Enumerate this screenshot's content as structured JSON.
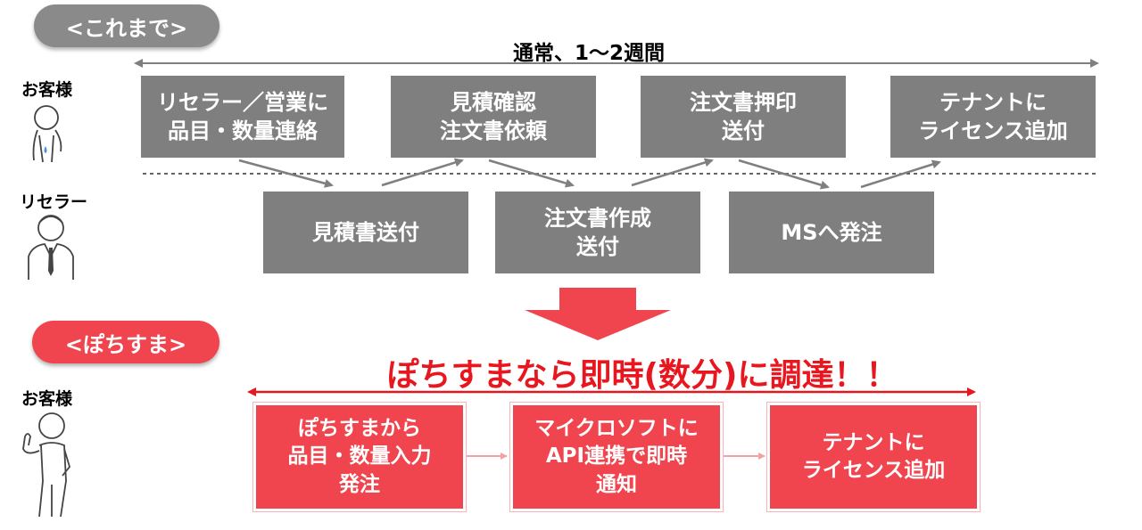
{
  "before": {
    "tag": "<これまで>",
    "duration": "通常、1～2週間",
    "roles": {
      "customer": "お客様",
      "reseller": "リセラー"
    },
    "customer_steps": [
      "リセラー／営業に\n品目・数量連絡",
      "見積確認\n注文書依頼",
      "注文書押印\n送付",
      "テナントに\nライセンス追加"
    ],
    "reseller_steps": [
      "見積書送付",
      "注文書作成\n送付",
      "MSへ発注"
    ]
  },
  "after": {
    "tag": "<ぽちすま>",
    "headline": "ぽちすまなら即時(数分)に調達！！",
    "role": "お客様",
    "steps": [
      "ぽちすまから\n品目・数量入力\n発注",
      "マイクロソフトに\nAPI連携で即時\n通知",
      "テナントに\nライセンス追加"
    ]
  },
  "colors": {
    "gray": "#7f7f7f",
    "red": "#f0454e",
    "headline": "#e8161e"
  }
}
